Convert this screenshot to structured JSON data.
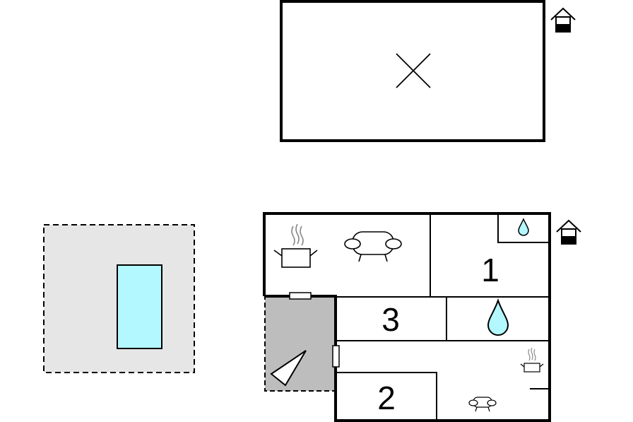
{
  "floors": {
    "upper": {
      "level_icon": "house-upper-floor-icon",
      "void_marker": "cross-icon"
    },
    "ground": {
      "level_icon": "house-ground-floor-icon",
      "rooms": {
        "bedroom_1": {
          "number": "1"
        },
        "bedroom_2": {
          "number": "2"
        },
        "bedroom_3": {
          "number": "3"
        }
      },
      "bathroom_icon": "water-drop-icon",
      "toilet_icon": "water-drop-icon",
      "kitchen_icon": "cooking-pot-icon",
      "living_icon": "sofa-icon",
      "terrace_icon": "terrace-triangle-icon"
    }
  },
  "pool_area": {
    "pool_icon": "pool-icon"
  },
  "colors": {
    "walls": "#000000",
    "water": "#b3f7ff",
    "pool_deck": "#e6e6e6",
    "terrace": "#bdbdbd"
  }
}
